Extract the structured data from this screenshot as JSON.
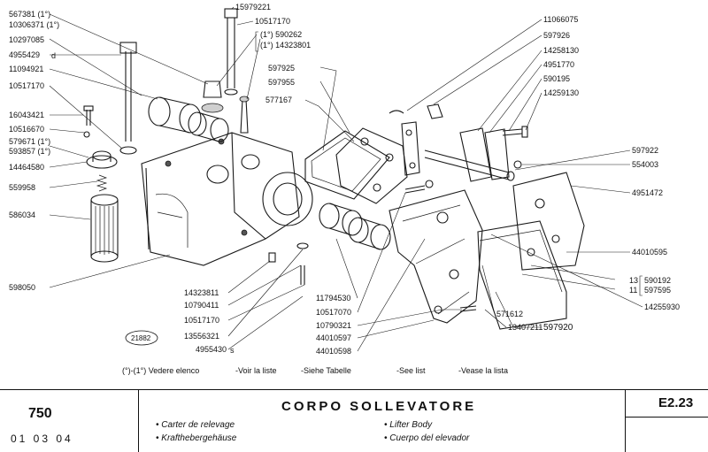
{
  "labels_left": [
    "567381 (1°)",
    "10306371 (1°)",
    "10297085",
    "4955429",
    "11094921",
    "10517170",
    "16043421",
    "10516670",
    "579671 (1°)",
    "593857 (1°)",
    "14464580",
    "559958",
    "586034",
    "598050"
  ],
  "labels_top": [
    "15979221",
    "10517170",
    "(1°) 590262",
    "(1°) 14323801",
    "597925",
    "597955",
    "577167"
  ],
  "labels_right": [
    "11066075",
    "597926",
    "14258130",
    "4951770",
    "590195",
    "14259130",
    "597922",
    "554003",
    "4951472",
    "44010595",
    "590192",
    "597595",
    "14255930"
  ],
  "bracket_prefixes": [
    "13",
    "11"
  ],
  "labels_bottom": [
    "14323811",
    "10790411",
    "10517170",
    "13556321",
    "4955430",
    "11794530",
    "10517070",
    "10790321",
    "44010597",
    "44010598",
    "571612",
    "13407211",
    "597920"
  ],
  "markers": {
    "d": "d",
    "s": "s"
  },
  "figure_ref": "21882",
  "see_list": {
    "main": "(°)-(1°) Vedere elenco",
    "fr": "-Voir la liste",
    "de": "-Siehe Tabelle",
    "en": "-See list",
    "es": "-Vease la lista"
  },
  "footer": {
    "model": "750",
    "date": "01  03  04",
    "title": "CORPO SOLLEVATORE",
    "fr": "• Carter de relevage",
    "de": "• Krafthebergehäuse",
    "en": "• Lifter Body",
    "es": "• Cuerpo del elevador",
    "code": "E2.23"
  }
}
